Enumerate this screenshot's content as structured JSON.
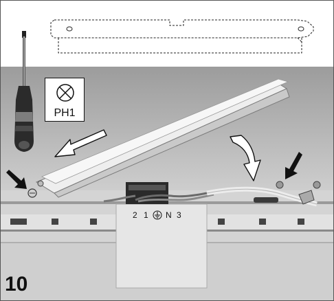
{
  "step": {
    "number": "10"
  },
  "tool": {
    "label": "PH1",
    "icon": "phillips-screw-icon"
  },
  "terminal": {
    "labels": [
      "2",
      "1",
      "N",
      "3"
    ],
    "earth_icon": "earth-symbol-icon"
  },
  "icons": [
    "screwdriver-icon",
    "direction-arrow-icon",
    "pointer-arrow-icon",
    "mounting-bracket-outline-icon"
  ]
}
